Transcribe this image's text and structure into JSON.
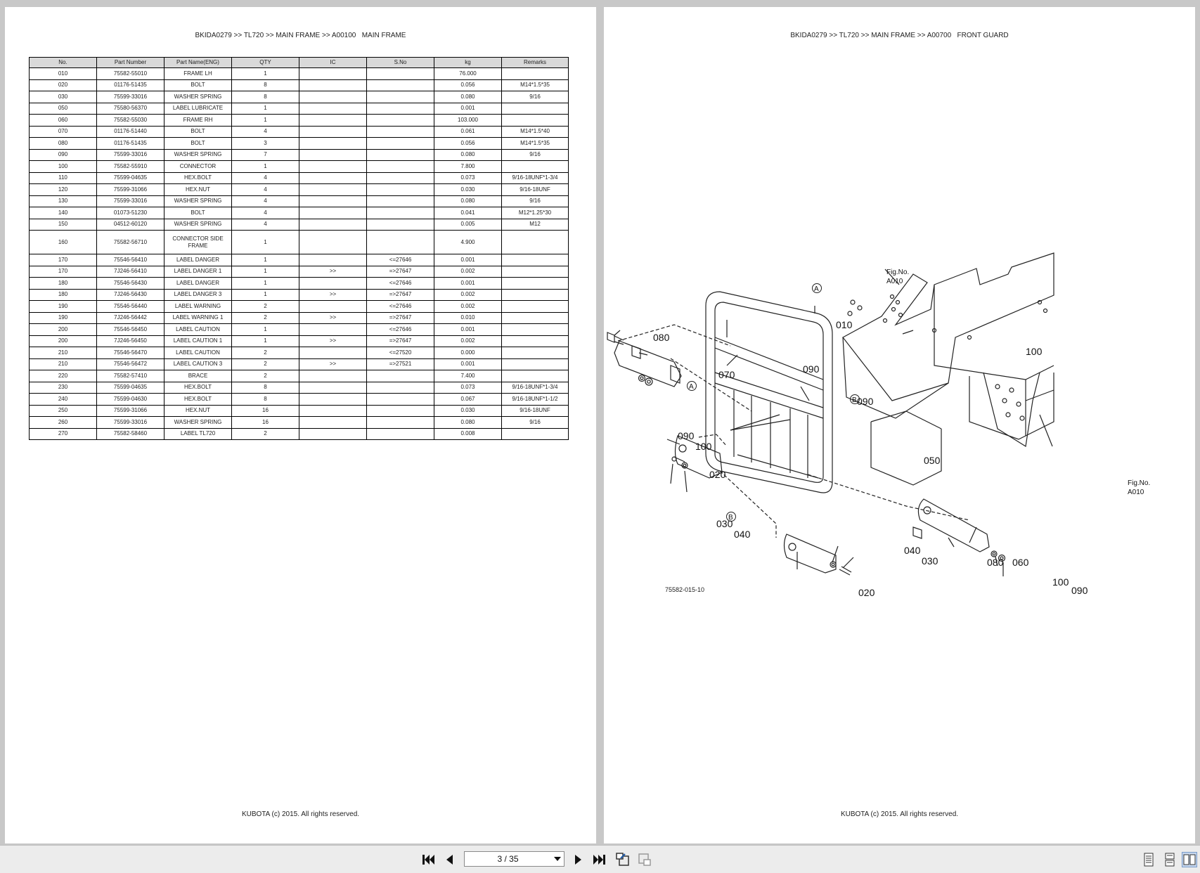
{
  "left_page": {
    "breadcrumb": "BKIDA0279 >> TL720 >> MAIN FRAME >> A00100   MAIN FRAME",
    "footer": "KUBOTA (c) 2015. All rights reserved.",
    "table": {
      "headers": [
        "No.",
        "Part Number",
        "Part Name(ENG)",
        "QTY",
        "IC",
        "S.No",
        "kg",
        "Remarks"
      ],
      "rows": [
        [
          "010",
          "75582-55010",
          "FRAME LH",
          "1",
          "",
          "",
          "76.000",
          ""
        ],
        [
          "020",
          "01176-51435",
          "BOLT",
          "8",
          "",
          "",
          "0.056",
          "M14*1.5*35"
        ],
        [
          "030",
          "75599-33016",
          "WASHER SPRING",
          "8",
          "",
          "",
          "0.080",
          "9/16"
        ],
        [
          "050",
          "75580-56370",
          "LABEL LUBRICATE",
          "1",
          "",
          "",
          "0.001",
          ""
        ],
        [
          "060",
          "75582-55030",
          "FRAME RH",
          "1",
          "",
          "",
          "103.000",
          ""
        ],
        [
          "070",
          "01176-51440",
          "BOLT",
          "4",
          "",
          "",
          "0.061",
          "M14*1.5*40"
        ],
        [
          "080",
          "01176-51435",
          "BOLT",
          "3",
          "",
          "",
          "0.056",
          "M14*1.5*35"
        ],
        [
          "090",
          "75599-33016",
          "WASHER SPRING",
          "7",
          "",
          "",
          "0.080",
          "9/16"
        ],
        [
          "100",
          "75582-55910",
          "CONNECTOR",
          "1",
          "",
          "",
          "7.800",
          ""
        ],
        [
          "110",
          "75599-04635",
          "HEX.BOLT",
          "4",
          "",
          "",
          "0.073",
          "9/16-18UNF*1-3/4"
        ],
        [
          "120",
          "75599-31066",
          "HEX.NUT",
          "4",
          "",
          "",
          "0.030",
          "9/16-18UNF"
        ],
        [
          "130",
          "75599-33016",
          "WASHER SPRING",
          "4",
          "",
          "",
          "0.080",
          "9/16"
        ],
        [
          "140",
          "01073-51230",
          "BOLT",
          "4",
          "",
          "",
          "0.041",
          "M12*1.25*30"
        ],
        [
          "150",
          "04512-60120",
          "WASHER SPRING",
          "4",
          "",
          "",
          "0.005",
          "M12"
        ],
        [
          "160",
          "75582-56710",
          "CONNECTOR SIDE FRAME",
          "1",
          "",
          "",
          "4.900",
          ""
        ],
        [
          "170",
          "75546-56410",
          "LABEL DANGER",
          "1",
          "",
          "<=27646",
          "0.001",
          ""
        ],
        [
          "170",
          "7J246-56410",
          "LABEL DANGER 1",
          "1",
          ">>",
          "=>27647",
          "0.002",
          ""
        ],
        [
          "180",
          "75546-56430",
          "LABEL DANGER",
          "1",
          "",
          "<=27646",
          "0.001",
          ""
        ],
        [
          "180",
          "7J246-56430",
          "LABEL DANGER 3",
          "1",
          ">>",
          "=>27647",
          "0.002",
          ""
        ],
        [
          "190",
          "75546-56440",
          "LABEL WARNING",
          "2",
          "",
          "<=27646",
          "0.002",
          ""
        ],
        [
          "190",
          "7J246-56442",
          "LABEL WARNING 1",
          "2",
          ">>",
          "=>27647",
          "0.010",
          ""
        ],
        [
          "200",
          "75546-56450",
          "LABEL CAUTION",
          "1",
          "",
          "<=27646",
          "0.001",
          ""
        ],
        [
          "200",
          "7J246-56450",
          "LABEL CAUTION 1",
          "1",
          ">>",
          "=>27647",
          "0.002",
          ""
        ],
        [
          "210",
          "75546-56470",
          "LABEL CAUTION",
          "2",
          "",
          "<=27520",
          "0.000",
          ""
        ],
        [
          "210",
          "75546-56472",
          "LABEL CAUTION 3",
          "2",
          ">>",
          "=>27521",
          "0.001",
          ""
        ],
        [
          "220",
          "75582-57410",
          "BRACE",
          "2",
          "",
          "",
          "7.400",
          ""
        ],
        [
          "230",
          "75599-04635",
          "HEX.BOLT",
          "8",
          "",
          "",
          "0.073",
          "9/16-18UNF*1-3/4"
        ],
        [
          "240",
          "75599-04630",
          "HEX.BOLT",
          "8",
          "",
          "",
          "0.067",
          "9/16-18UNF*1-1/2"
        ],
        [
          "250",
          "75599-31066",
          "HEX.NUT",
          "16",
          "",
          "",
          "0.030",
          "9/16-18UNF"
        ],
        [
          "260",
          "75599-33016",
          "WASHER SPRING",
          "16",
          "",
          "",
          "0.080",
          "9/16"
        ],
        [
          "270",
          "75582-58460",
          "LABEL TL720",
          "2",
          "",
          "",
          "0.008",
          ""
        ]
      ]
    }
  },
  "right_page": {
    "breadcrumb": "BKIDA0279 >> TL720 >> MAIN FRAME >> A00700   FRONT GUARD",
    "footer": "KUBOTA (c) 2015. All rights reserved.",
    "diagram": {
      "drawing_number": "75582-015-10",
      "fig_top": [
        "Fig.No.",
        "A010"
      ],
      "fig_right": [
        "Fig.No.",
        "A010"
      ],
      "callouts": {
        "c010": "010",
        "c080": "080",
        "c070": "070",
        "c090a": "090",
        "c090b": "090",
        "c090c": "090",
        "c100a": "100",
        "c100b": "100",
        "c020a": "020",
        "c030a": "030",
        "c040a": "040",
        "c050": "050",
        "c100c": "100",
        "c040b": "040",
        "c030b": "030",
        "c020b": "020",
        "c080b": "080",
        "c060": "060",
        "c090d": "090",
        "mA1": "A",
        "mA2": "A",
        "mB1": "B",
        "mB2": "B"
      }
    }
  },
  "toolbar": {
    "page_indicator": "3 / 35"
  }
}
